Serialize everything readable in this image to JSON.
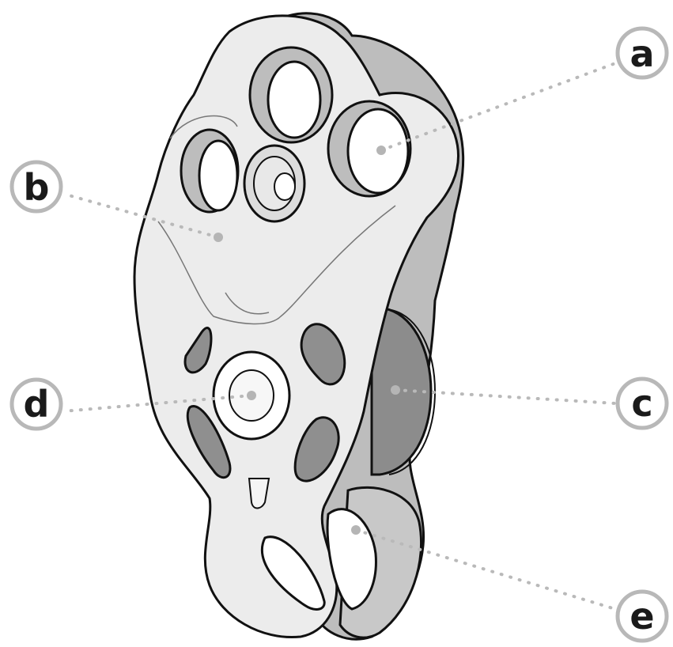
{
  "callouts": {
    "a": "a",
    "b": "b",
    "c": "c",
    "d": "d",
    "e": "e"
  },
  "colors": {
    "body_fill": "#ececec",
    "shadow_fill": "#bdbdbd",
    "dark_fill": "#8f8f8f",
    "sheave_fill": "#8c8c8c",
    "outline": "#111111",
    "callout_ring": "#b8b8b8",
    "leader_line": "#b9b9b9"
  }
}
